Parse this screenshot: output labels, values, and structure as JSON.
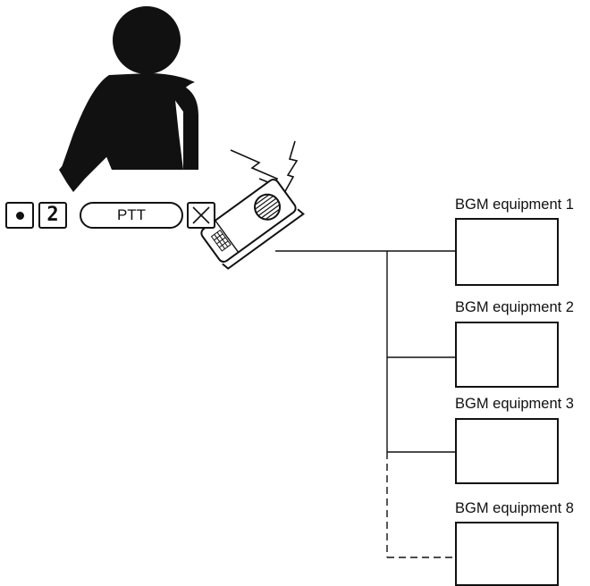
{
  "keypad": {
    "dot_key": "•",
    "digit_key": "2",
    "ptt_key": "PTT",
    "clear_key": "×"
  },
  "equipment": [
    {
      "label": "BGM equipment 1"
    },
    {
      "label": "BGM equipment 2"
    },
    {
      "label": "BGM equipment 3"
    },
    {
      "label": "BGM equipment 8"
    }
  ]
}
